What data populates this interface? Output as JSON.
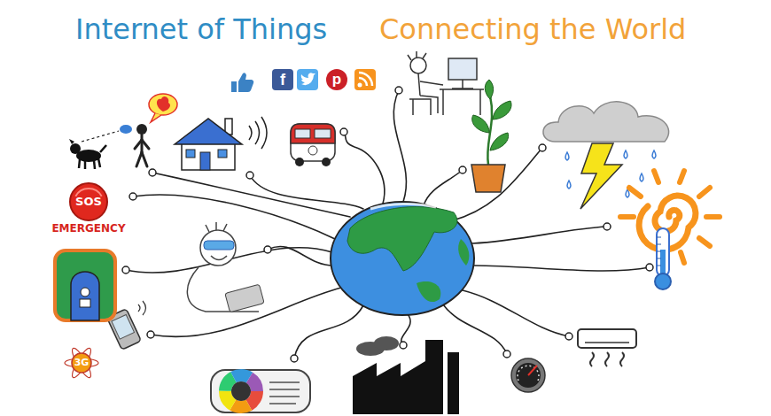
{
  "diagram": {
    "title": "Internet of Things",
    "nodes": [
      {
        "text": [
          "f"
        ]
      },
      {
        "text": [
          "p"
        ]
      },
      {
        "text": [
          "SOS",
          "EMERGENCY"
        ]
      },
      {
        "text": [
          "3G"
        ]
      }
    ],
    "labels": [
      "Connecting the World"
    ]
  }
}
